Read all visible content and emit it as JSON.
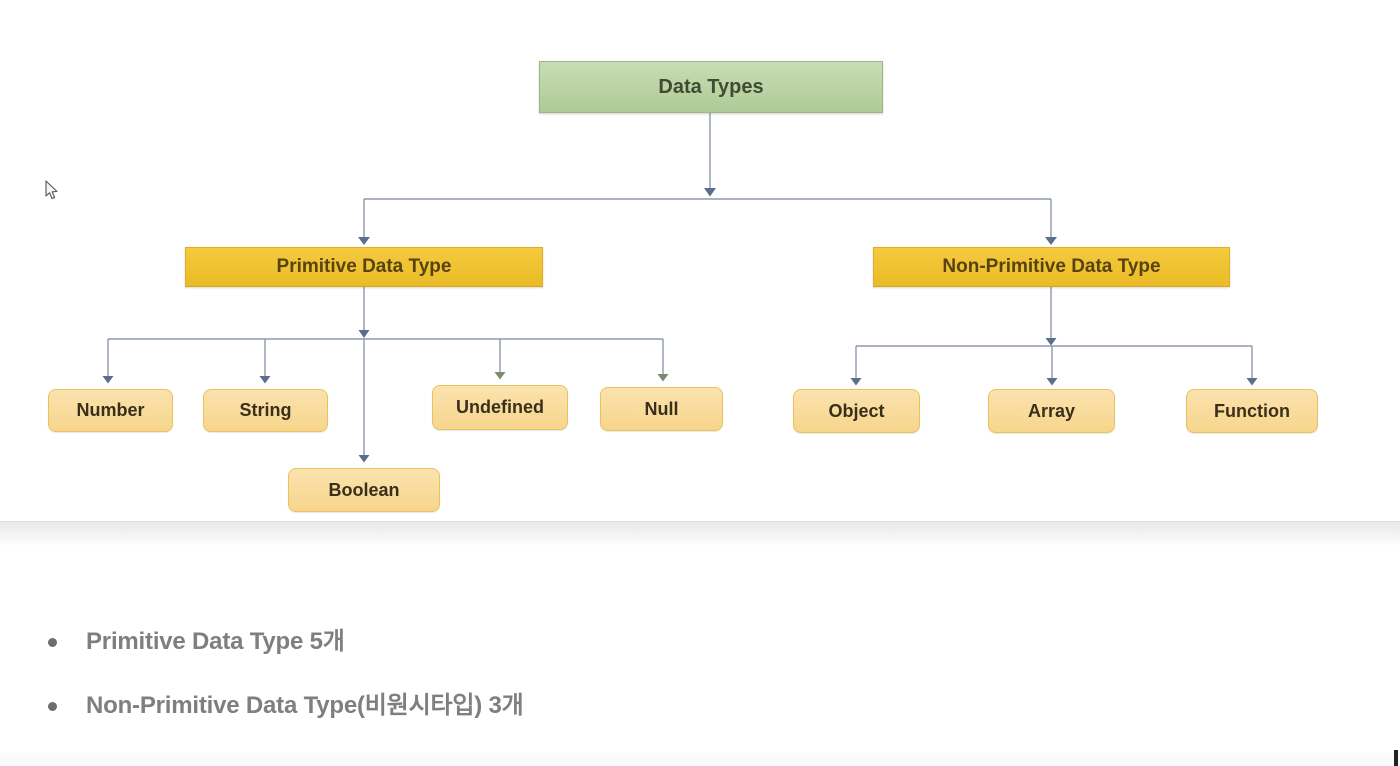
{
  "diagram": {
    "root": {
      "label": "Data Types"
    },
    "branches": [
      {
        "label": "Primitive Data Type"
      },
      {
        "label": "Non-Primitive Data Type"
      }
    ],
    "primitive_children": [
      {
        "label": "Number"
      },
      {
        "label": "String"
      },
      {
        "label": "Undefined"
      },
      {
        "label": "Null"
      },
      {
        "label": "Boolean"
      }
    ],
    "non_primitive_children": [
      {
        "label": "Object"
      },
      {
        "label": "Array"
      },
      {
        "label": "Function"
      }
    ]
  },
  "notes": {
    "items": [
      {
        "text": "Primitive Data Type 5개"
      },
      {
        "text": "Non-Primitive Data Type(비원시타입) 3개"
      }
    ]
  },
  "colors": {
    "root_fill": "#b8d2a2",
    "root_border": "#9cb788",
    "root_text": "#3e4c33",
    "branch_fill": "#efc231",
    "branch_border": "#e3ae25",
    "branch_text": "#57430f",
    "leaf_fill": "#f9dc9d",
    "leaf_border": "#e9c25f",
    "leaf_text": "#3a2f1b",
    "connector_line": "#8e9aac",
    "arrowhead": "#5b6e8e",
    "arrowhead_green": "#7d8a72",
    "note_text": "#7f7f7f"
  }
}
